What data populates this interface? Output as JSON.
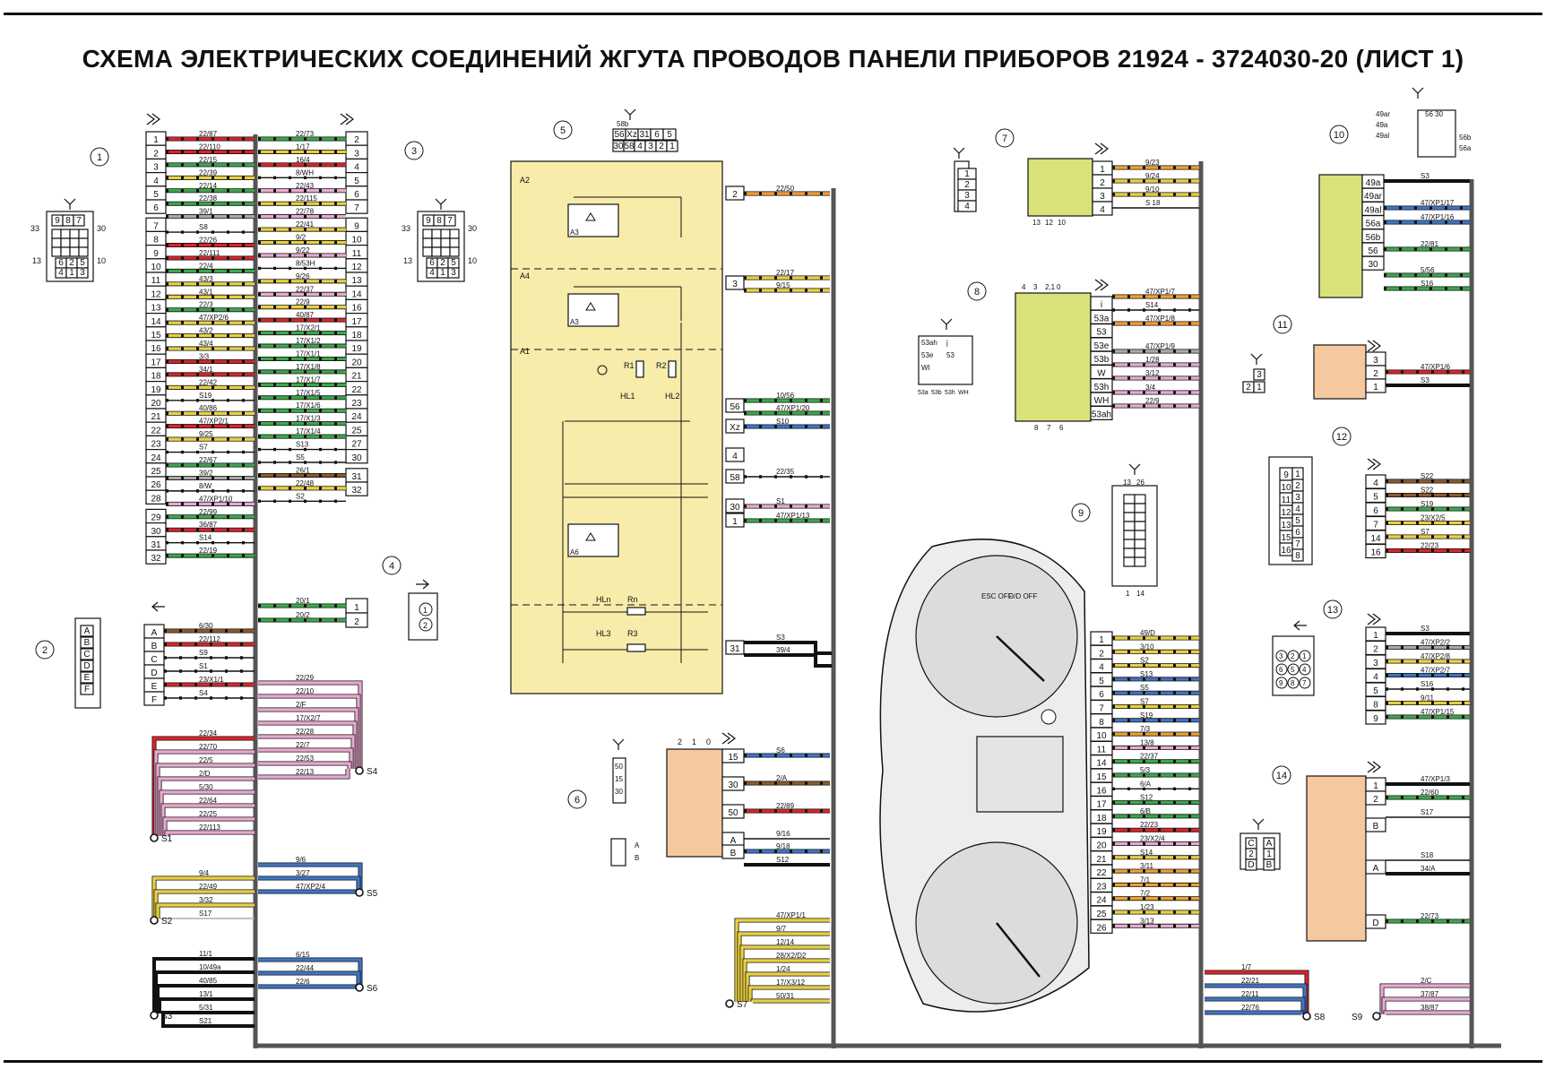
{
  "title": "СХЕМА ЭЛЕКТРИЧЕСКИХ СОЕДИНЕНИЙ ЖГУТА ПРОВОДОВ ПАНЕЛИ ПРИБОРОВ 21924 - 3724030-20 (ЛИСТ 1)",
  "callouts": [
    "1",
    "2",
    "3",
    "4",
    "5",
    "6",
    "7",
    "8",
    "9",
    "10",
    "11",
    "12",
    "13",
    "14"
  ],
  "harness1": {
    "left_pins": [
      "1",
      "2",
      "3",
      "4",
      "5",
      "6",
      "7",
      "8",
      "9",
      "10",
      "11",
      "12",
      "13",
      "14",
      "15",
      "16",
      "17",
      "18",
      "19",
      "20",
      "21",
      "22",
      "23",
      "24",
      "25",
      "26",
      "28",
      "29",
      "30",
      "31",
      "32"
    ],
    "left_wires": [
      {
        "label": "22/87",
        "color": "#d8252b"
      },
      {
        "label": "22/110",
        "color": "#d8252b"
      },
      {
        "label": "22/15",
        "color": "#3aa84a"
      },
      {
        "label": "22/39",
        "color": "#e8d040"
      },
      {
        "label": "22/14",
        "color": "#3aa84a"
      },
      {
        "label": "22/38",
        "color": "#3aa84a"
      },
      {
        "label": "39/1",
        "color": "#a8a8a8"
      },
      {
        "label": "S8",
        "color": "#ffffff"
      },
      {
        "label": "22/26",
        "color": "#d8252b"
      },
      {
        "label": "22/111",
        "color": "#d8252b"
      },
      {
        "label": "22/4",
        "color": "#3aa84a"
      },
      {
        "label": "43/3",
        "color": "#e8d040"
      },
      {
        "label": "43/1",
        "color": "#e8d040"
      },
      {
        "label": "22/3",
        "color": "#3aa84a"
      },
      {
        "label": "47/XP2/6",
        "color": "#e8d040"
      },
      {
        "label": "43/2",
        "color": "#e8d040"
      },
      {
        "label": "43/4",
        "color": "#e8d040"
      },
      {
        "label": "3/3",
        "color": "#d8252b"
      },
      {
        "label": "34/1",
        "color": "#d8252b"
      },
      {
        "label": "22/42",
        "color": "#e8d040"
      },
      {
        "label": "S19",
        "color": "#ffffff"
      },
      {
        "label": "40/86",
        "color": "#e8d040"
      },
      {
        "label": "47/XP2/1",
        "color": "#d8252b"
      },
      {
        "label": "9/25",
        "color": "#e8d040"
      },
      {
        "label": "S7",
        "color": "#ffffff"
      },
      {
        "label": "22/67",
        "color": "#3aa84a"
      },
      {
        "label": "39/2",
        "color": "#a8a8a8"
      },
      {
        "label": "8/W",
        "color": "#ffffff"
      },
      {
        "label": "47/XP1/10",
        "color": "#e9a9cf"
      },
      {
        "label": "22/99",
        "color": "#3aa84a"
      },
      {
        "label": "36/87",
        "color": "#d8252b"
      },
      {
        "label": "S14",
        "color": "#ffffff"
      },
      {
        "label": "22/19",
        "color": "#3aa84a"
      }
    ],
    "right_pins": [
      "2",
      "3",
      "4",
      "5",
      "6",
      "7",
      "9",
      "10",
      "11",
      "12",
      "13",
      "14",
      "16",
      "17",
      "18",
      "19",
      "20",
      "21",
      "22",
      "23",
      "24",
      "25",
      "27",
      "30",
      "31",
      "32"
    ],
    "right_wires": [
      {
        "label": "22/73",
        "color": "#3aa84a"
      },
      {
        "label": "1/17",
        "color": "#e8d040"
      },
      {
        "label": "16/4",
        "color": "#d8252b"
      },
      {
        "label": "8/WH",
        "color": "#ffffff"
      },
      {
        "label": "22/43",
        "color": "#e9a9cf"
      },
      {
        "label": "22/115",
        "color": "#e8d040"
      },
      {
        "label": "22/78",
        "color": "#e9a9cf"
      },
      {
        "label": "22/41",
        "color": "#e8d040"
      },
      {
        "label": "9/2",
        "color": "#e8d040"
      },
      {
        "label": "9/22",
        "color": "#e9a9cf"
      },
      {
        "label": "8/53H",
        "color": "#ffffff"
      },
      {
        "label": "9/26",
        "color": "#e8d040"
      },
      {
        "label": "22/37",
        "color": "#e9a9cf"
      },
      {
        "label": "22/9",
        "color": "#e8d040"
      },
      {
        "label": "40/87",
        "color": "#d8252b"
      },
      {
        "label": "17/X2/1",
        "color": "#3aa84a"
      },
      {
        "label": "17/X1/2",
        "color": "#3aa84a"
      },
      {
        "label": "17/X1/1",
        "color": "#3aa84a"
      },
      {
        "label": "17/X1/8",
        "color": "#3aa84a"
      },
      {
        "label": "17/X1/7",
        "color": "#3aa84a"
      },
      {
        "label": "17/X1/5",
        "color": "#3aa84a"
      },
      {
        "label": "17/X1/6",
        "color": "#3aa84a"
      },
      {
        "label": "17/X1/3",
        "color": "#3aa84a"
      },
      {
        "label": "17/X1/4",
        "color": "#3aa84a"
      },
      {
        "label": "S13",
        "color": "#ffffff"
      },
      {
        "label": "S5",
        "color": "#ffffff"
      },
      {
        "label": "26/1",
        "color": "#8b5a2b"
      },
      {
        "label": "22/48",
        "color": "#e8d040"
      },
      {
        "label": "S2",
        "color": "#ffffff"
      }
    ]
  },
  "connector2": {
    "pins": [
      "A",
      "B",
      "C",
      "D",
      "E",
      "F"
    ],
    "wires": [
      {
        "label": "6/30",
        "color": "#8b5a2b"
      },
      {
        "label": "22/112",
        "color": "#d8252b"
      },
      {
        "label": "S9",
        "color": "#ffffff"
      },
      {
        "label": "S1",
        "color": "#ffffff"
      },
      {
        "label": "23/X1/1",
        "color": "#d8252b"
      },
      {
        "label": "S4",
        "color": "#ffffff"
      }
    ]
  },
  "connector4": {
    "pins": [
      "1",
      "2"
    ],
    "wires": [
      {
        "label": "20/1",
        "color": "#3aa84a"
      },
      {
        "label": "20/2",
        "color": "#3aa84a"
      }
    ]
  },
  "splice_s4": {
    "name": "S4",
    "wires": [
      "22/29",
      "22/10",
      "2/F",
      "17/X2/7",
      "22/28",
      "22/7",
      "22/53",
      "22/13"
    ]
  },
  "splice_s1": {
    "name": "S1",
    "wires": [
      "22/34",
      "22/70",
      "22/5",
      "2/D",
      "5/30",
      "22/64",
      "22/25",
      "22/113"
    ]
  },
  "splice_s5": {
    "name": "S5",
    "wires": [
      "9/6",
      "3/27",
      "47/XP2/4"
    ]
  },
  "splice_s2": {
    "name": "S2",
    "wires": [
      "9/4",
      "22/49",
      "3/32",
      "S17"
    ]
  },
  "splice_s6": {
    "name": "S6",
    "wires": [
      "6/15",
      "22/44",
      "22/6"
    ]
  },
  "splice_s3": {
    "name": "S3",
    "wires": [
      "11/1",
      "10/49a",
      "40/85",
      "13/1",
      "5/31",
      "S21"
    ]
  },
  "splice_s7": {
    "name": "S7",
    "wires": [
      "47/XP1/1",
      "9/7",
      "12/14",
      "28/X2/D2",
      "1/24",
      "17/X3/12",
      "50/31"
    ]
  },
  "splice_s8": {
    "name": "S8",
    "wires": [
      "1/7",
      "22/21",
      "22/11",
      "22/76"
    ]
  },
  "splice_s9": {
    "name": "S9",
    "wires": [
      "2/C",
      "37/87",
      "38/87"
    ]
  },
  "block5": {
    "sections": [
      "A2",
      "A4",
      "A1"
    ],
    "top_connector": {
      "top": "58b",
      "row1": [
        "56",
        "Xz",
        "31",
        "6",
        "5"
      ],
      "row2": [
        "30",
        "58",
        "4",
        "3",
        "2",
        "1"
      ]
    },
    "pins": [
      {
        "pin": "2",
        "wires": [
          "22/50"
        ]
      },
      {
        "pin": "3",
        "wires": [
          "22/17",
          "9/15"
        ]
      },
      {
        "pin": "56",
        "wires": [
          "10/56",
          "47/XP1/20"
        ]
      },
      {
        "pin": "Xz",
        "wires": [
          "S10"
        ]
      },
      {
        "pin": "4",
        "wires": []
      },
      {
        "pin": "58",
        "wires": [
          "22/35"
        ]
      },
      {
        "pin": "30",
        "wires": [
          "S1"
        ]
      },
      {
        "pin": "1",
        "wires": [
          "47/XP1/13"
        ]
      },
      {
        "pin": "31",
        "wires": [
          "S3",
          "39/4"
        ]
      }
    ],
    "components": [
      "R1",
      "R2",
      "HL1",
      "HL2",
      "HLn",
      "Rn",
      "HL3",
      "R3",
      "A3",
      "A6"
    ]
  },
  "block6": {
    "pins": [
      {
        "pin": "15",
        "wire": "S6"
      },
      {
        "pin": "30",
        "wire": "2/A"
      },
      {
        "pin": "50",
        "wire": "22/89"
      },
      {
        "pin": "A",
        "wire": "9/16"
      },
      {
        "pin": "B",
        "wire": "9/18"
      }
    ],
    "extra_wire": "S12",
    "switch_positions": [
      "2",
      "1",
      "0"
    ],
    "mini": [
      "50",
      "15",
      "30"
    ],
    "mini2": [
      "A",
      "B"
    ]
  },
  "block7": {
    "pins": [
      "1",
      "2",
      "3",
      "4"
    ],
    "wires": [
      "9/23",
      "9/24",
      "9/10",
      "S 18"
    ],
    "bottom": [
      "13",
      "12",
      "10"
    ]
  },
  "block8": {
    "top": [
      "4",
      "3",
      "2,1",
      "0"
    ],
    "pins": [
      "i",
      "53a",
      "53",
      "53e",
      "53b",
      "W",
      "53h",
      "WH",
      "53ah"
    ],
    "wires": [
      "47/XP1/7",
      "S14",
      "47/XP1/8",
      "47/XP1/9",
      "1/28",
      "3/12",
      "3/4",
      "22/9"
    ],
    "bottom": [
      "8",
      "7",
      "6"
    ],
    "mini": [
      "53ah",
      "j",
      "53e",
      "53",
      "WI"
    ],
    "mini_bottom": [
      "53a",
      "53b",
      "53h",
      "WH"
    ]
  },
  "block9": {
    "pins": [
      "1",
      "2",
      "4",
      "5",
      "6",
      "7",
      "8",
      "10",
      "11",
      "14",
      "15",
      "16",
      "17",
      "18",
      "19",
      "20",
      "21",
      "22",
      "23",
      "24",
      "25",
      "26"
    ],
    "wires": [
      "49/D",
      "3/10",
      "S2",
      "S13",
      "S5",
      "S7",
      "S19",
      "7/3",
      "13/8",
      "22/37",
      "5/3",
      "6/A",
      "S12",
      "6/B",
      "22/23",
      "23/X2/4",
      "S14",
      "3/11",
      "7/1",
      "7/2",
      "1/23",
      "3/13"
    ],
    "mini": [
      "13",
      "26",
      "1",
      "14"
    ],
    "gauge_top": [
      "ESC OFF",
      "O/D OFF"
    ]
  },
  "block10": {
    "pins": [
      "49a",
      "49ar",
      "49al",
      "56a",
      "56b",
      "56",
      "30"
    ],
    "wires": [
      "S3",
      "47/XP1/17",
      "47/XP1/16",
      "22/81",
      "5/56",
      "S16"
    ],
    "mini": [
      "49ar",
      "49a",
      "49al",
      "56",
      "30",
      "56b",
      "56a"
    ]
  },
  "block11": {
    "pins": [
      "3",
      "2",
      "1"
    ],
    "wires": [
      "47/XP1/6",
      "S3"
    ],
    "mini": [
      "3",
      "2",
      "1"
    ]
  },
  "block12": {
    "pins": [
      "4",
      "5",
      "6",
      "7",
      "14",
      "16"
    ],
    "wires": [
      "S22",
      "S22",
      "S19",
      "23/X2/5",
      "S7",
      "22/23"
    ],
    "mini": [
      "9",
      "10",
      "11",
      "12",
      "13",
      "15",
      "16",
      "1",
      "2",
      "3",
      "4",
      "5",
      "6",
      "7",
      "8"
    ]
  },
  "block13": {
    "pins": [
      "1",
      "2",
      "3",
      "4",
      "5",
      "8",
      "9"
    ],
    "wires": [
      "S3",
      "47/XP2/2",
      "47/XP2/8",
      "47/XP2/7",
      "S16",
      "9/11",
      "47/XP1/15"
    ],
    "mini": [
      "3",
      "2",
      "1",
      "6",
      "5",
      "4",
      "9",
      "8",
      "7"
    ]
  },
  "block14": {
    "pins": [
      "1",
      "2",
      "B",
      "A",
      "D"
    ],
    "wires": [
      "47/XP1/3",
      "22/60",
      "S17",
      "S18",
      "34/A",
      "22/73"
    ],
    "mini": [
      "C",
      "A",
      "2",
      "1",
      "D",
      "B"
    ]
  },
  "conn13_left": {
    "left": "33",
    "right": "30",
    "bl": "13",
    "br": "10",
    "top": [
      "9",
      "8",
      "7"
    ],
    "bottom": [
      "6",
      "2",
      "5",
      "4",
      "1",
      "3"
    ]
  }
}
